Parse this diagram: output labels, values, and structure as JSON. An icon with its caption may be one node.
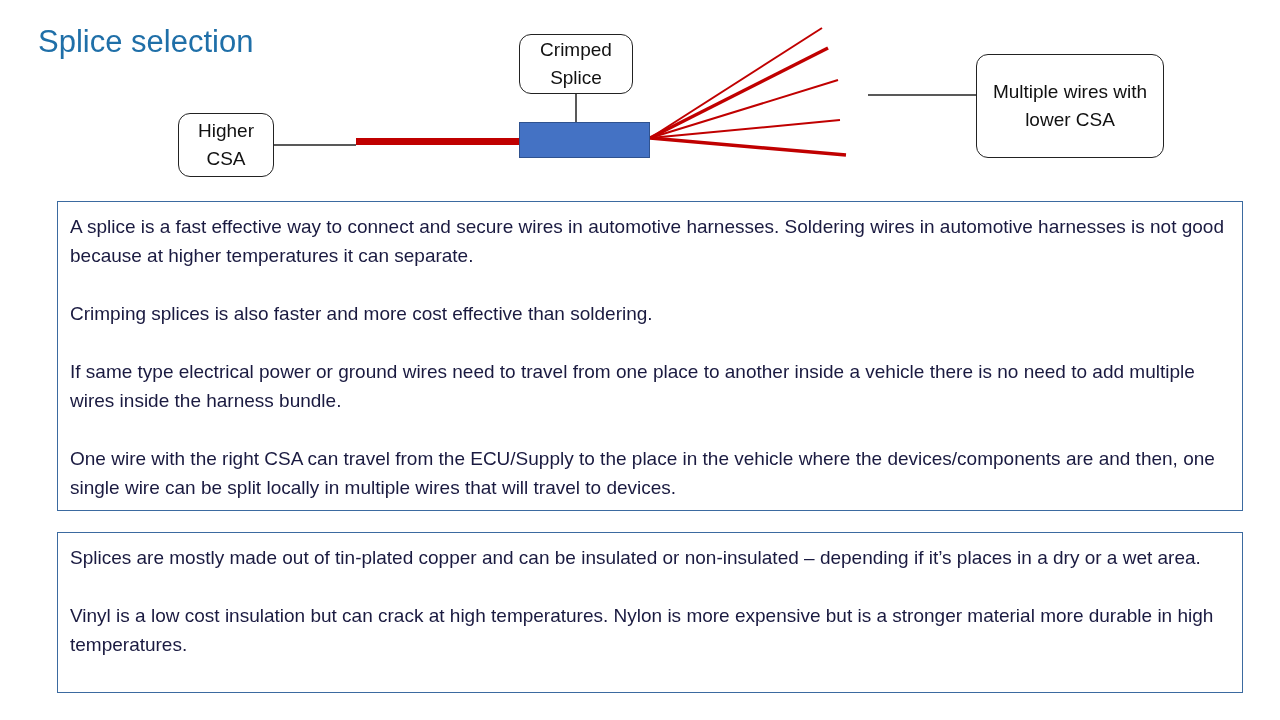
{
  "diagram": {
    "title": "Splice selection",
    "nodes": [
      {
        "text": [
          "Higher CSA"
        ]
      },
      {
        "text": [
          "Crimped Splice"
        ]
      },
      {
        "text": [
          "Multiple wires with lower CSA"
        ]
      },
      {
        "text": [],
        "shape": "bar"
      },
      {
        "text": [],
        "shape": "box"
      },
      {
        "text": [
          "A splice is a fast effective way to connect and secure wires in automotive harnesses. Soldering wires in automotive harnesses is not good because at higher temperatures it can separate.",
          "Crimping splices is also faster and more cost effective than soldering.",
          "If same type electrical power or ground wires need to travel from one place to another inside a vehicle there is no need to add multiple wires inside the harness bundle.",
          "One wire with the right CSA can travel from the ECU/Supply to the place in the vehicle where the devices/components are and then, one single wire can be split locally in multiple wires that will travel to devices."
        ]
      },
      {
        "text": [
          "Splices are mostly made out of tin-plated copper and can be insulated or non-insulated – depending if it’s places in a dry or a wet area.",
          "Vinyl is a low cost insulation but can crack at high temperatures. Nylon is more expensive but is a stronger material more durable in high temperatures."
        ]
      }
    ],
    "edges": [
      {
        "from": 0,
        "to": 3,
        "arrow": "none"
      },
      {
        "from": 1,
        "to": 4,
        "arrow": "none"
      },
      {
        "from": 2,
        "to": null,
        "arrow": "none"
      }
    ]
  }
}
